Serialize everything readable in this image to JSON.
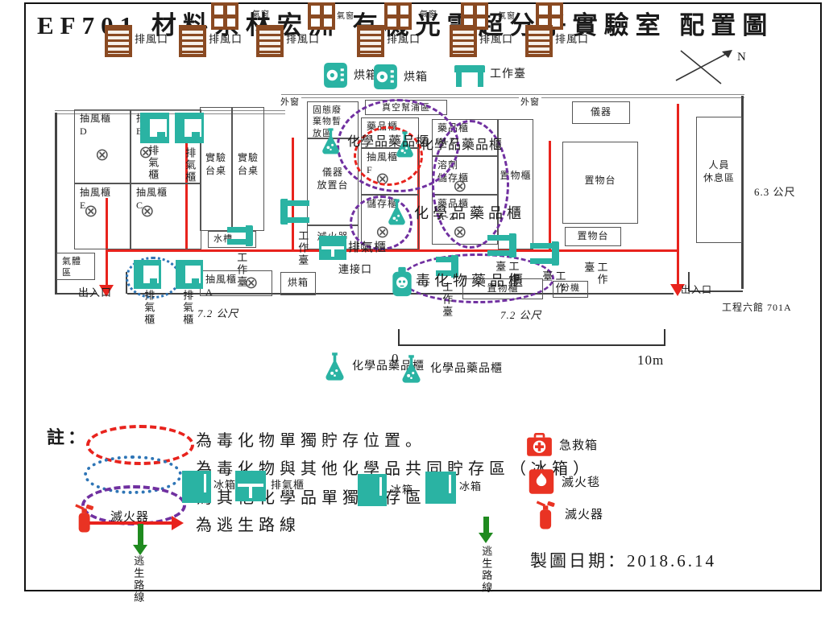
{
  "colors": {
    "teal": "#2ab3a3",
    "brown": "#8a4a22",
    "red": "#e8231d",
    "purple": "#7030a0",
    "blue": "#2e75b6",
    "green": "#1f8a1f"
  },
  "title": "EF701 材料系林宏洲 有機光電超分子實驗室 配置圖",
  "top_row": {
    "air_window_labels": [
      "氣窗",
      "氣窗",
      "氣窗",
      "氣窗"
    ],
    "vent_labels": [
      "排風口",
      "排風口",
      "排風口",
      "排風口",
      "排風口",
      "排風口"
    ],
    "oven_labels": [
      "烘箱",
      "烘箱"
    ],
    "worktable_label": "工作臺"
  },
  "compass": {
    "north_label": "N"
  },
  "plan": {
    "outer_window_labels": [
      "外窗",
      "外窗"
    ],
    "rooms": [
      {
        "label": "抽風櫃\nD"
      },
      {
        "label": "抽風櫃\nB"
      },
      {
        "label": "抽風櫃\nE"
      },
      {
        "label": "抽風櫃\nC"
      },
      {
        "label": "實驗\n台桌"
      },
      {
        "label": "實驗\n台桌"
      },
      {
        "label": "固態廢\n棄物暫\n放區"
      },
      {
        "label": "儀器\n放置台"
      },
      {
        "label": "滅火器"
      },
      {
        "label": "真空幫浦區"
      },
      {
        "label": "藥品櫃"
      },
      {
        "label": "抽風櫃\nF"
      },
      {
        "label": "儲存櫃"
      },
      {
        "label": "藥品櫃\nA-Z"
      },
      {
        "label": "溶劑\n儲存櫃"
      },
      {
        "label": "藥品櫃\nA-Z"
      },
      {
        "label": "置物櫃"
      },
      {
        "label": "儀器"
      },
      {
        "label": "置物台"
      },
      {
        "label": "置物台"
      },
      {
        "label": "人員\n休息區"
      },
      {
        "label": "氣體\n區"
      },
      {
        "label": "抽風櫃\nA"
      },
      {
        "label": "烘箱"
      },
      {
        "label": "水槽"
      },
      {
        "label": "置物櫃"
      },
      {
        "label": "分機"
      }
    ],
    "labels": {
      "exit_left": "出入口",
      "exit_right": "出入口",
      "connector": "連接口",
      "dim_72_left": "7.2 公尺",
      "dim_72_right": "7.2 公尺",
      "dim_63": "6.3 公尺",
      "building": "工程六館 701A",
      "vent_cabinet": "排氣櫃",
      "chem_1": "化學品藥品櫃",
      "chem_2": "化學品藥品櫃",
      "chem_3": "化學品藥品櫃",
      "toxic": "毒化物藥品櫃",
      "v_vent": [
        "排氣櫃",
        "排氣櫃",
        "排氣櫃",
        "排氣櫃"
      ],
      "v_work": [
        "工作臺",
        "工作臺",
        "工作臺",
        "工作臺",
        "工作臺",
        "工作臺"
      ]
    },
    "bottom_flask_labels": [
      "化學品藥品櫃",
      "化學品藥品櫃"
    ]
  },
  "scale_bar": {
    "zero": "0",
    "ten": "10m"
  },
  "legend": {
    "note": "註：",
    "line1": "為毒化物單獨貯存位置。",
    "line2": "為毒化物與其他化學品共同貯存區（冰箱）",
    "line3": "為其他化學品單獨貯存區",
    "line4": "為逃生路線",
    "fridge1": "冰箱",
    "vent_cabinet": "排氣櫃",
    "fridge2": "冰箱",
    "fridge3": "冰箱",
    "fire_ext_left": "滅火器",
    "first_aid": "急救箱",
    "fire_blanket": "滅火毯",
    "fire_ext": "滅火器",
    "escape1": "逃生路線",
    "escape2": "逃生路線"
  },
  "footer": {
    "date": "製圖日期：2018.6.14"
  }
}
